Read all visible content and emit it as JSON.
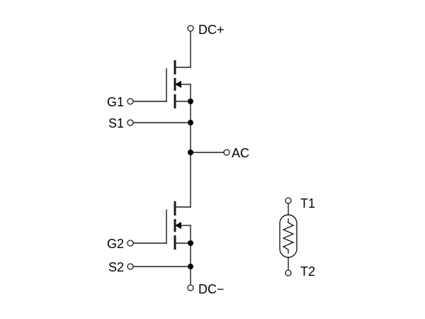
{
  "labels": {
    "dc_plus": "DC+",
    "dc_minus": "DC−",
    "g1": "G1",
    "s1": "S1",
    "ac": "AC",
    "g2": "G2",
    "s2": "S2",
    "t1": "T1",
    "t2": "T2"
  },
  "components": {
    "upper_switch": "mosfet",
    "lower_switch": "mosfet",
    "temperature_sensor": "thermistor"
  }
}
